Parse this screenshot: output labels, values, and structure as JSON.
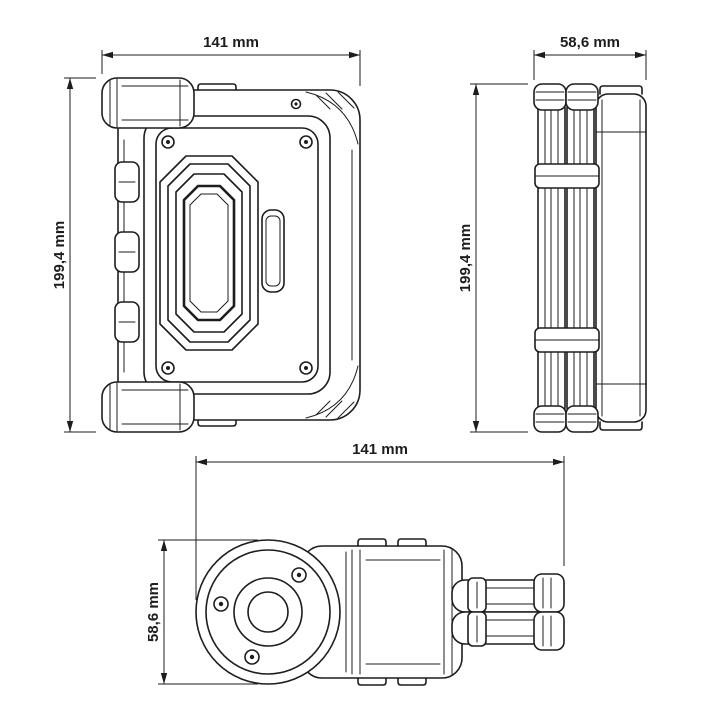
{
  "colors": {
    "line": "#1d1d1f",
    "background": "#ffffff"
  },
  "views": {
    "front": {
      "width_dim": "141 mm",
      "height_dim": "199,4 mm"
    },
    "side": {
      "width_dim": "58,6 mm",
      "height_dim": "199,4 mm"
    },
    "top": {
      "width_dim": "141 mm",
      "height_dim": "58,6 mm"
    }
  }
}
